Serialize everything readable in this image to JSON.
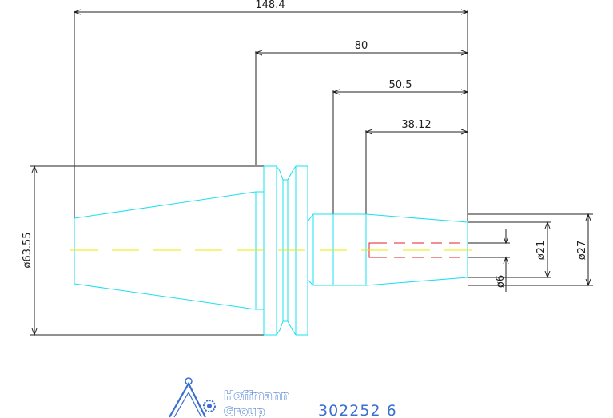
{
  "drawing": {
    "dimensions": {
      "overall_length": "148.4",
      "flange_to_end": "80",
      "shank_length": "50.5",
      "taper_length": "38.12",
      "flange_diameter": "ø63.55",
      "shank_diameter_inner": "ø21",
      "shank_diameter_outer": "ø27",
      "bore_diameter": "ø6"
    },
    "colors": {
      "part_outline": "#19e0f0",
      "center_axis": "#e8e800",
      "hidden_bore": "#e0202c",
      "dimension": "#202020",
      "brand": "#3a6fcf"
    }
  },
  "footer": {
    "logo_line1": "Hoffmann",
    "logo_line2": "Group",
    "part_number": "302252 6"
  }
}
